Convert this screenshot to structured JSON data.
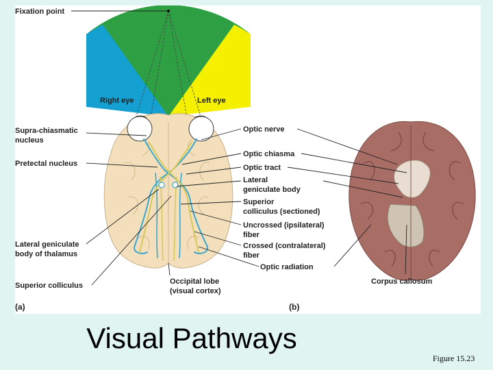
{
  "slide": {
    "title": "Visual Pathways",
    "figure_ref": "Figure 15.23"
  },
  "figure": {
    "panel_a": "(a)",
    "panel_b": "(b)",
    "labels_left": {
      "fixation_point": "Fixation point",
      "suprachiasmatic_1": "Supra-chiasmatic",
      "suprachiasmatic_2": "nucleus",
      "pretectal": "Pretectal nucleus",
      "lgb_thalamus_1": "Lateral geniculate",
      "lgb_thalamus_2": "body of thalamus",
      "superior_colliculus": "Superior colliculus"
    },
    "labels_eye": {
      "right_eye": "Right eye",
      "left_eye": "Left eye"
    },
    "labels_center": {
      "optic_nerve": "Optic nerve",
      "optic_chiasma": "Optic chiasma",
      "optic_tract": "Optic tract",
      "lateral_geniculate_1": "Lateral",
      "lateral_geniculate_2": "geniculate body",
      "superior_colliculus_sec_1": "Superior",
      "superior_colliculus_sec_2": "colliculus (sectioned)",
      "uncrossed_1": "Uncrossed (ipsilateral)",
      "uncrossed_2": "fiber",
      "crossed_1": "Crossed (contralateral)",
      "crossed_2": "fiber",
      "optic_radiation": "Optic radiation",
      "occipital_1": "Occipital lobe",
      "occipital_2": "(visual cortex)",
      "corpus_callosum": "Corpus callosum"
    },
    "colors": {
      "field_green": "#2ea043",
      "field_blue": "#14a0d0",
      "field_yellow": "#f4f000",
      "brain_tan": "#f3dfbc",
      "pathway_blue": "#3aa7cf",
      "pathway_yellow": "#d6c95a",
      "photo_brain": "#a86d65"
    }
  }
}
